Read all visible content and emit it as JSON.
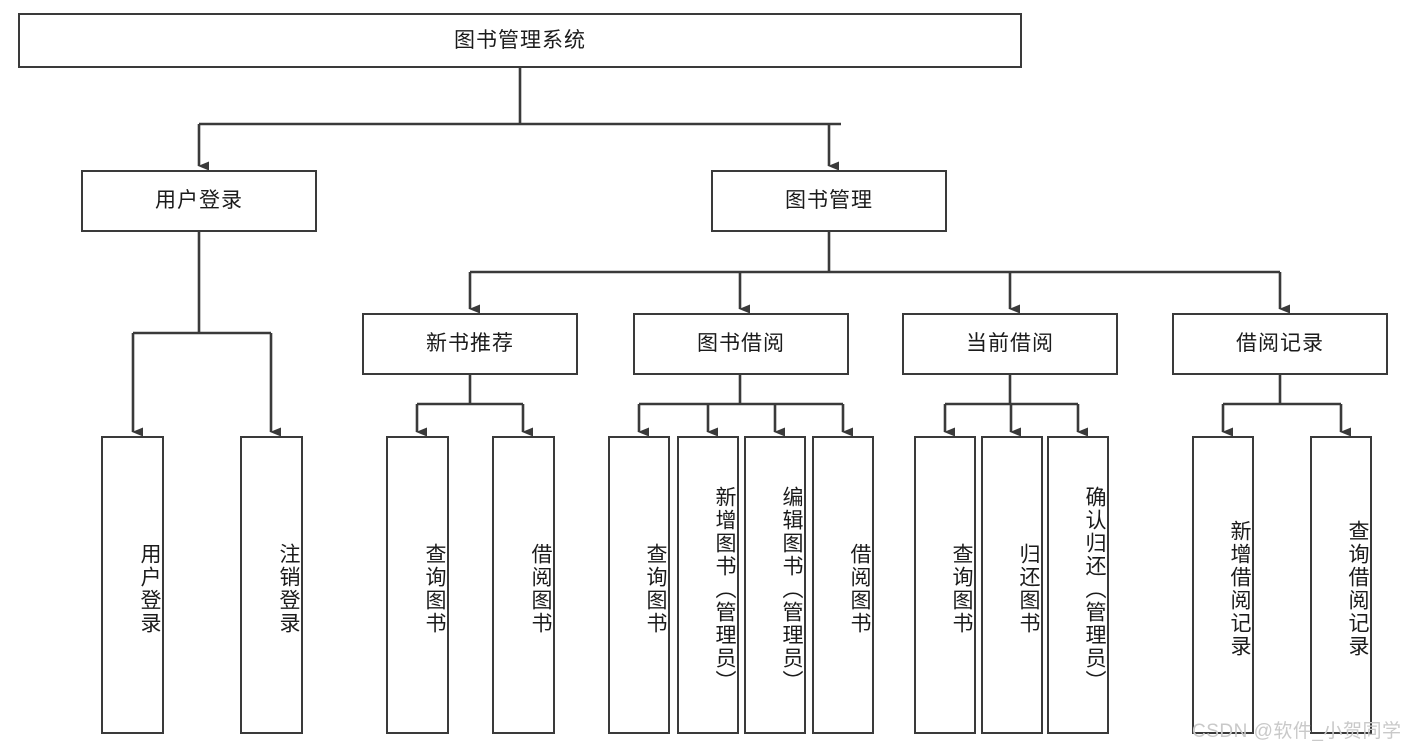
{
  "diagram": {
    "title": "图书管理系统",
    "type": "tree-hierarchy-chart",
    "orientation": "top-down",
    "colors": {
      "box_border": "#3a3a3a",
      "box_fill": "#ffffff",
      "connector": "#3a3a3a",
      "text": "#1b1b1b",
      "watermark": "#c9c9c9",
      "background": "#ffffff"
    }
  },
  "root": {
    "label": "图书管理系统"
  },
  "level2": [
    {
      "label": "用户登录"
    },
    {
      "label": "图书管理"
    }
  ],
  "level3": [
    {
      "label": "新书推荐"
    },
    {
      "label": "图书借阅"
    },
    {
      "label": "当前借阅"
    },
    {
      "label": "借阅记录"
    }
  ],
  "leaves": {
    "user_login": [
      {
        "label": "用户登录"
      },
      {
        "label": "注销登录"
      }
    ],
    "new_book_recommend": [
      {
        "label": "查询图书"
      },
      {
        "label": "借阅图书"
      }
    ],
    "book_borrow": [
      {
        "label": "查询图书"
      },
      {
        "label": "新增图书（管理员）"
      },
      {
        "label": "编辑图书（管理员）"
      },
      {
        "label": "借阅图书"
      }
    ],
    "current_borrow": [
      {
        "label": "查询图书"
      },
      {
        "label": "归还图书"
      },
      {
        "label": "确认归还（管理员）"
      }
    ],
    "borrow_record": [
      {
        "label": "新增借阅记录"
      },
      {
        "label": "查询借阅记录"
      }
    ]
  },
  "watermark": {
    "text": "CSDN @软件_小贺同学"
  }
}
